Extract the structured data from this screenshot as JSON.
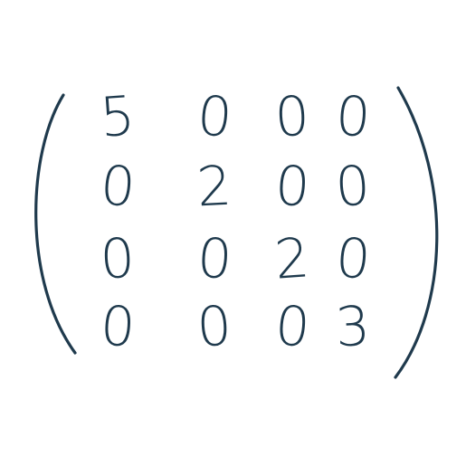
{
  "matrix": {
    "rows": [
      [
        "5",
        "0",
        "0",
        "0"
      ],
      [
        "0",
        "2",
        "0",
        "0"
      ],
      [
        "0",
        "0",
        "2",
        "0"
      ],
      [
        "0",
        "0",
        "0",
        "3"
      ]
    ],
    "bracket_left": "(",
    "bracket_right": ")"
  },
  "colors": {
    "ink": "#1f3a4d",
    "background": "#ffffff"
  }
}
